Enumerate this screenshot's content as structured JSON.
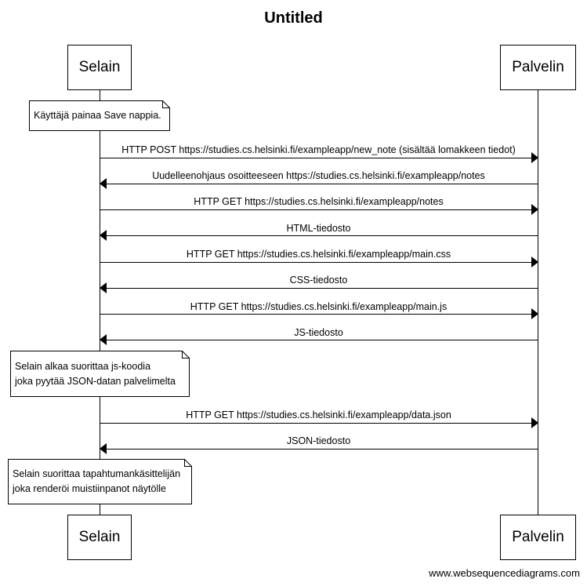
{
  "diagram": {
    "title": "Untitled",
    "participants": [
      "Selain",
      "Palvelin"
    ],
    "notes": [
      {
        "lines": [
          "Käyttäjä painaa Save nappia."
        ]
      },
      {
        "lines": [
          "Selain alkaa suorittaa js-koodia",
          "joka pyytää JSON-datan palvelimelta"
        ]
      },
      {
        "lines": [
          "Selain suorittaa tapahtumankäsittelijän",
          "joka renderöi muistiinpanot näytölle"
        ]
      }
    ],
    "messages": [
      {
        "from": "Selain",
        "to": "Palvelin",
        "label": "HTTP POST https://studies.cs.helsinki.fi/exampleapp/new_note (sisältää lomakkeen tiedot)"
      },
      {
        "from": "Palvelin",
        "to": "Selain",
        "label": "Uudelleenohjaus osoitteeseen https://studies.cs.helsinki.fi/exampleapp/notes"
      },
      {
        "from": "Selain",
        "to": "Palvelin",
        "label": "HTTP GET https://studies.cs.helsinki.fi/exampleapp/notes"
      },
      {
        "from": "Palvelin",
        "to": "Selain",
        "label": "HTML-tiedosto"
      },
      {
        "from": "Selain",
        "to": "Palvelin",
        "label": "HTTP GET https://studies.cs.helsinki.fi/exampleapp/main.css"
      },
      {
        "from": "Palvelin",
        "to": "Selain",
        "label": "CSS-tiedosto"
      },
      {
        "from": "Selain",
        "to": "Palvelin",
        "label": "HTTP GET https://studies.cs.helsinki.fi/exampleapp/main.js"
      },
      {
        "from": "Palvelin",
        "to": "Selain",
        "label": "JS-tiedosto"
      },
      {
        "from": "Selain",
        "to": "Palvelin",
        "label": "HTTP GET https://studies.cs.helsinki.fi/exampleapp/data.json"
      },
      {
        "from": "Palvelin",
        "to": "Selain",
        "label": "JSON-tiedosto"
      }
    ],
    "footer": "www.websequencediagrams.com"
  }
}
